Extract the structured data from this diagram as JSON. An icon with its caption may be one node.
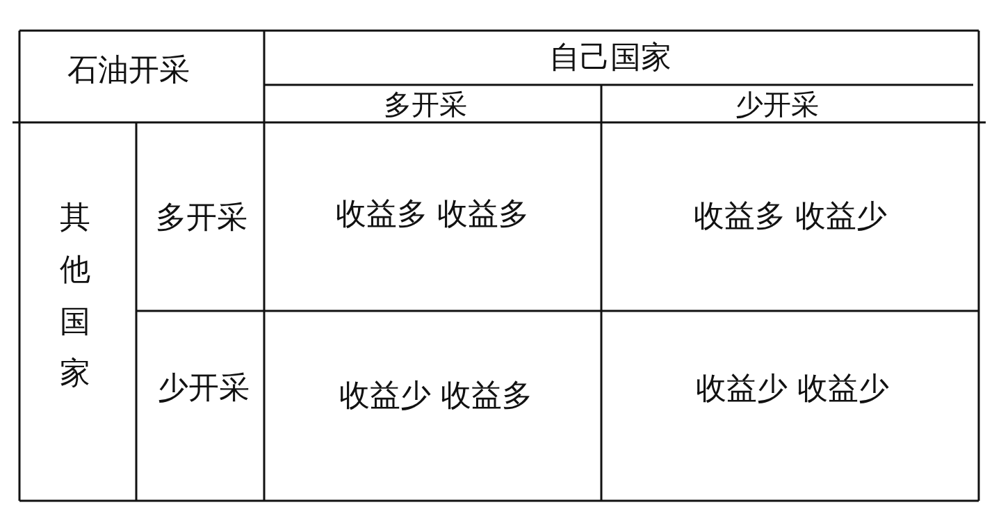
{
  "diagram": {
    "labels": [
      "石油开采",
      "自己国家",
      "多开采",
      "少开采",
      "其他国家",
      "多开采",
      "收益多 收益多",
      "收益多 收益少",
      "少开采",
      "收益少 收益多",
      "收益少 收益少"
    ]
  }
}
